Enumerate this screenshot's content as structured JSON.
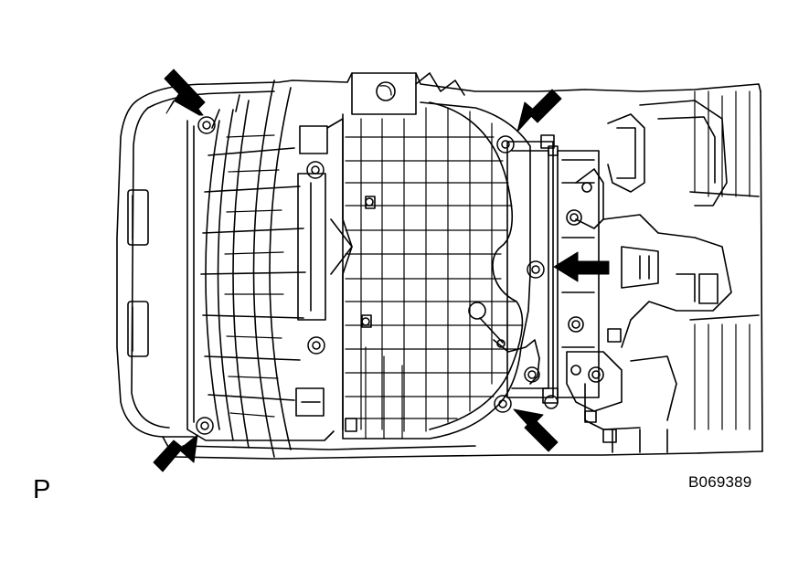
{
  "figure": {
    "view_letter": "P",
    "figure_code": "B069389"
  },
  "callouts": {
    "count": 5,
    "description_hidden": true
  },
  "colors": {
    "line": "#000000",
    "background": "#ffffff"
  }
}
